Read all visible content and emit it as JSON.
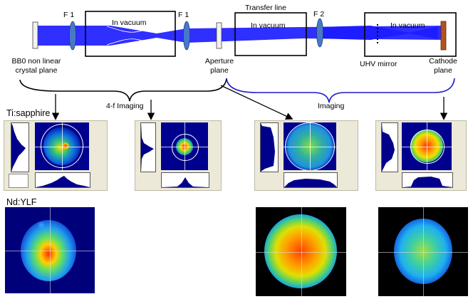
{
  "optics": {
    "lens_f1_left": "F 1",
    "lens_f1_right": "F 1",
    "lens_f2": "F 2",
    "vacuum_1": "In vacuum",
    "vacuum_2": "In vacuum",
    "vacuum_3": "In vacuum",
    "transfer_line": "Transfer line"
  },
  "planes": {
    "bbo_line1": "BB0 non linear",
    "bbo_line2": "crystal plane",
    "aperture_line1": "Aperture",
    "aperture_line2": "plane",
    "uhv_mirror": "UHV mirror",
    "cathode_line1": "Cathode",
    "cathode_line2": "plane"
  },
  "imaging": {
    "four_f": "4-f Imaging",
    "imaging": "Imaging"
  },
  "rows": {
    "ti_sapphire": "Ti:sapphire",
    "nd_ylf": "Nd:YLF"
  },
  "colors": {
    "beam": "#1d1dff",
    "lens": "#4a78c8",
    "cathode": "#b0541c",
    "brace_black": "#000000",
    "brace_blue": "#1a1acc",
    "panel_bg": "#ece9d8",
    "profile_fill": "#00008b"
  }
}
